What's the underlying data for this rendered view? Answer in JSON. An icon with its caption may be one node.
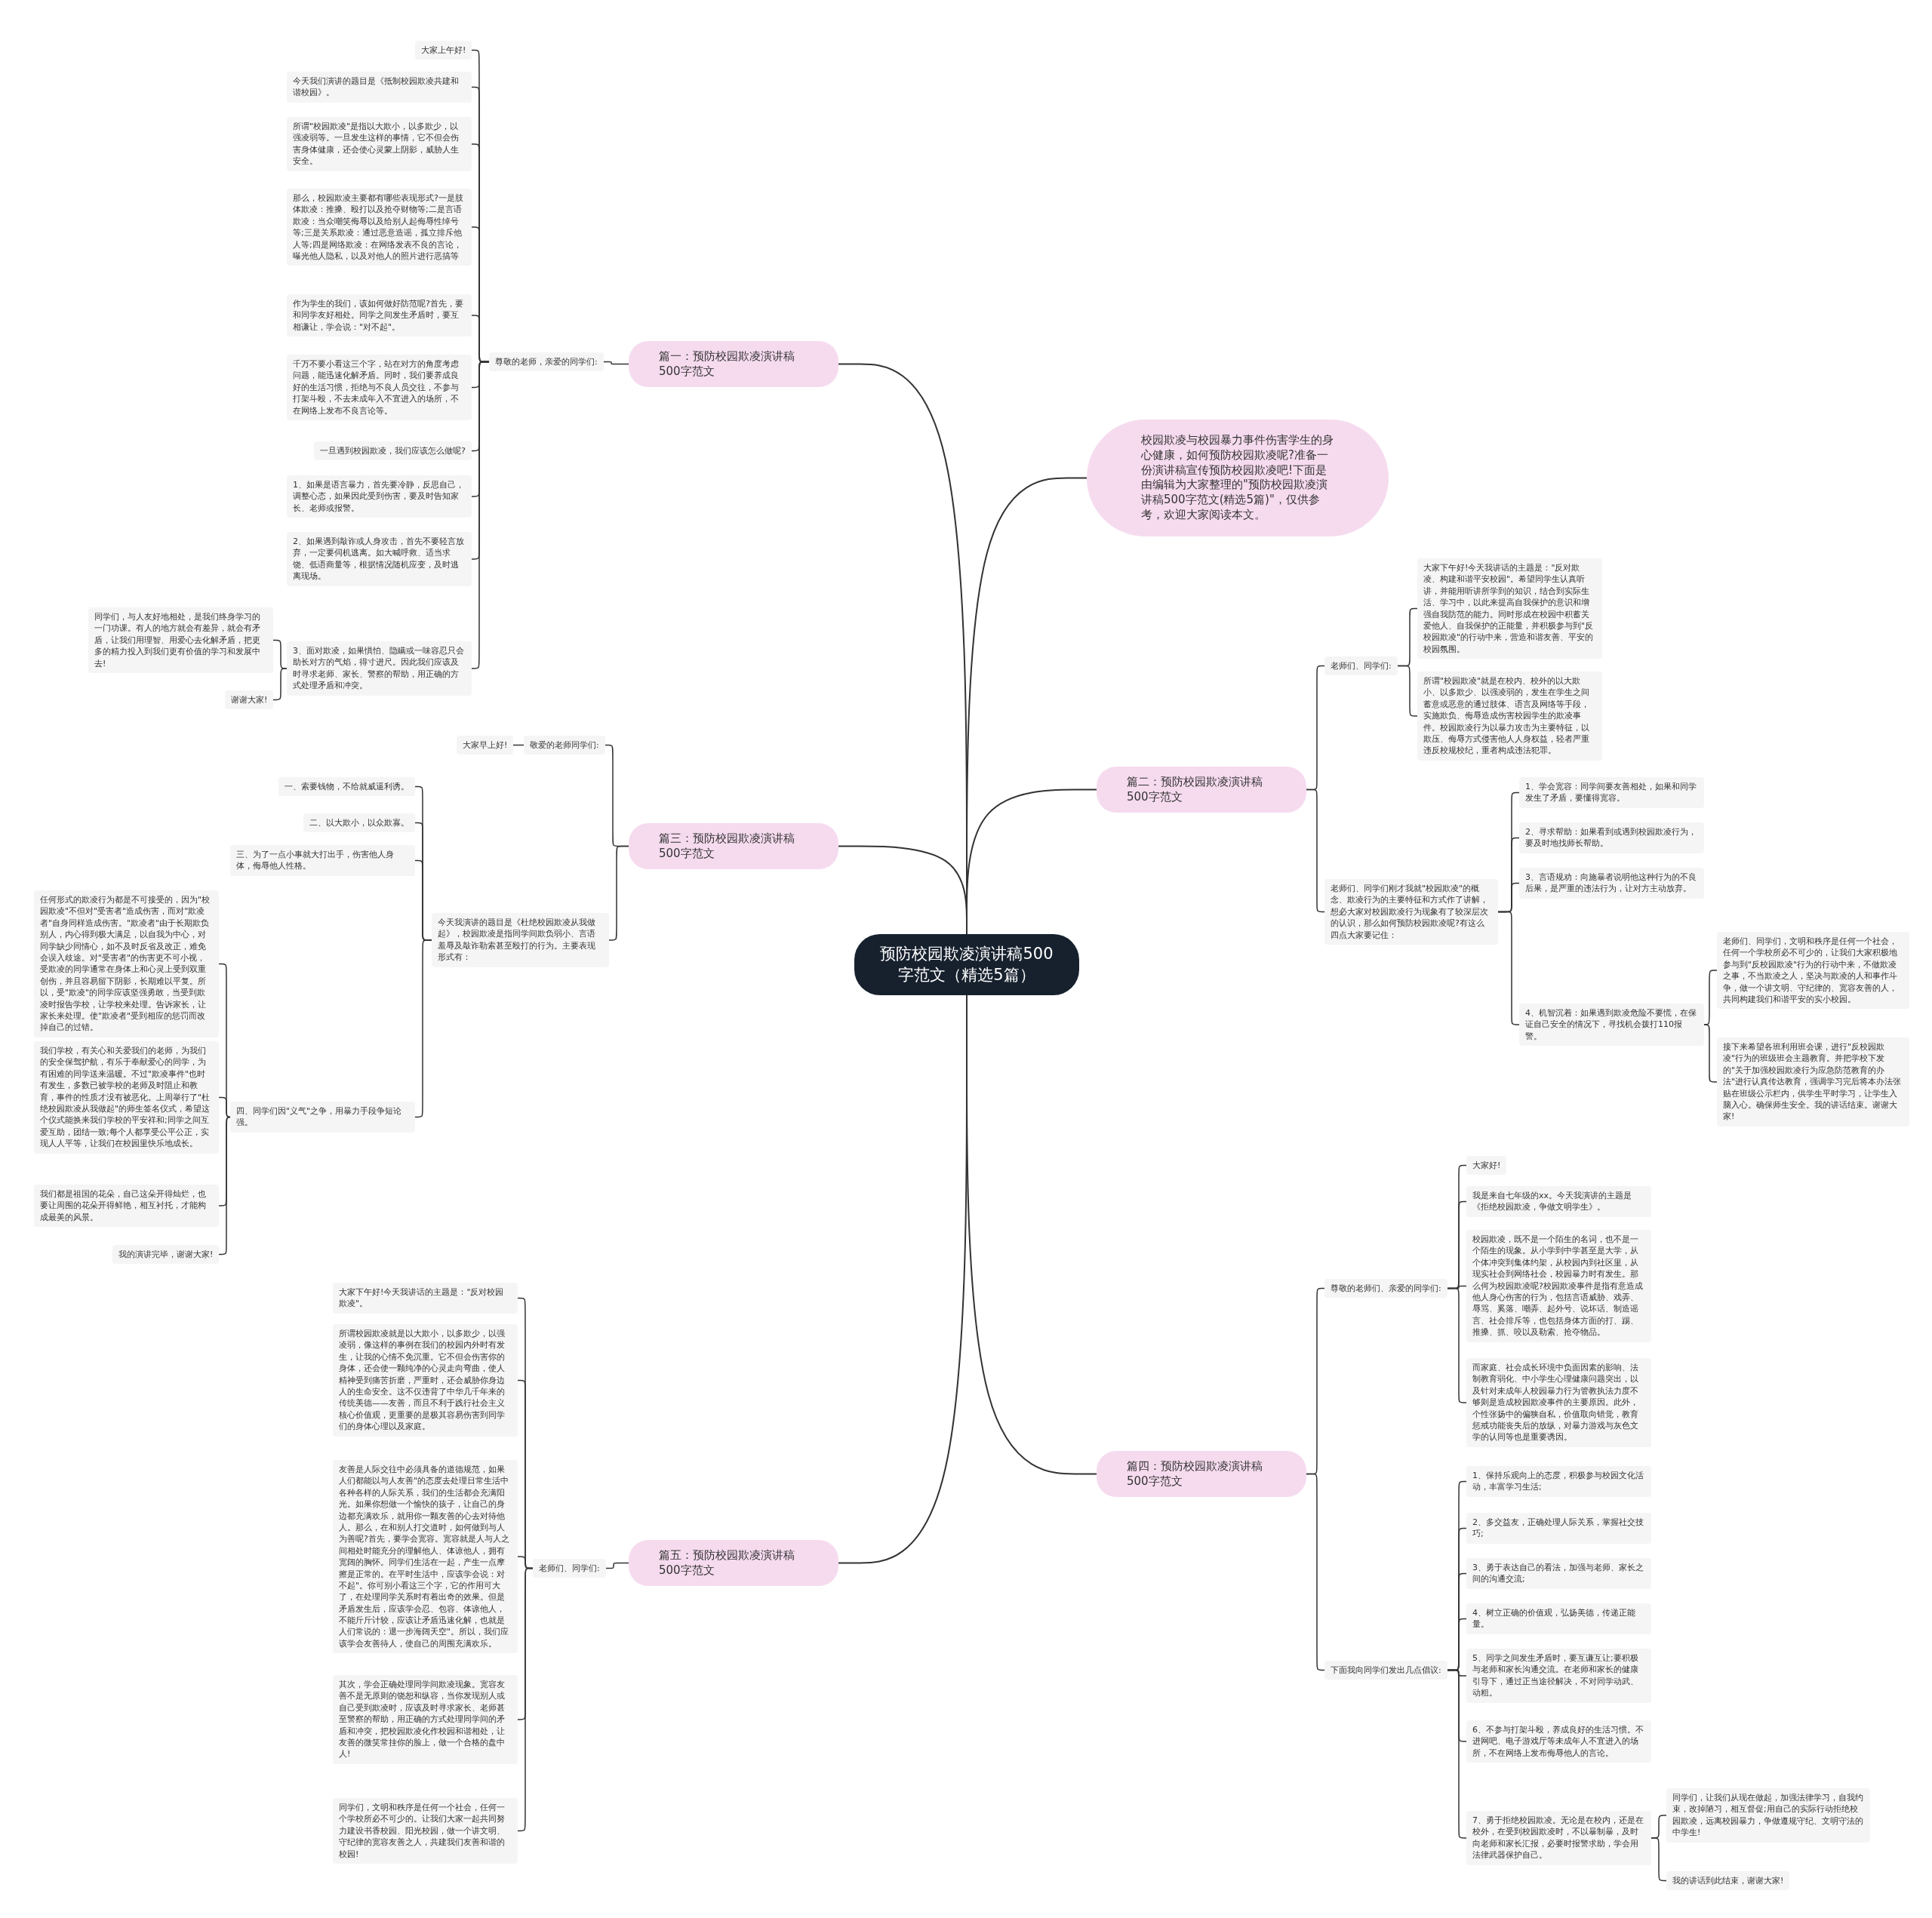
{
  "diagram": {
    "nodes": [
      {
        "text": [
          "预防校园欺凌演讲稿500字范文（精选5篇）"
        ]
      },
      {
        "text": [
          "校园欺凌与校园暴力事件伤害学生的身心健康，如何预防校园欺凌呢?准备一份演讲稿宣传预防校园欺凌吧!下面是由编辑为大家整理的\"预防校园欺凌演讲稿500字范文(精选5篇)\"，仅供参考，欢迎大家阅读本文。"
        ]
      },
      {
        "text": [
          "篇一：预防校园欺凌演讲稿500字范文"
        ]
      },
      {
        "text": [
          "尊敬的老师，亲爱的同学们:"
        ]
      },
      {
        "text": [
          "大家上午好!"
        ]
      },
      {
        "text": [
          "今天我们演讲的题目是《抵制校园欺凌共建和谐校园》。"
        ]
      },
      {
        "text": [
          "所谓\"校园欺凌\"是指以大欺小，以多欺少，以强凌弱等。一旦发生这样的事情，它不但会伤害身体健康，还会使心灵蒙上阴影，威胁人生安全。"
        ]
      },
      {
        "text": [
          "那么，校园欺凌主要都有哪些表现形式?一是肢体欺凌：推搡、殴打以及抢夺财物等;二是言语欺凌：当众嘲笑侮辱以及给别人起侮辱性绰号等;三是关系欺凌：通过恶意造谣，孤立排斥他人等;四是网络欺凌：在网络发表不良的言论，曝光他人隐私，以及对他人的照片进行恶搞等"
        ]
      },
      {
        "text": [
          "作为学生的我们，该如何做好防范呢?首先，要和同学友好相处。同学之间发生矛盾时，要互相谦让，学会说：\"对不起\"。"
        ]
      },
      {
        "text": [
          "千万不要小看这三个字，站在对方的角度考虑问题，能迅速化解矛盾。同时，我们要养成良好的生活习惯，拒绝与不良人员交往，不参与打架斗殴，不去未成年入不宜进入的场所，不在网络上发布不良言论等。"
        ]
      },
      {
        "text": [
          "一旦遇到校园欺凌，我们应该怎么做呢?"
        ]
      },
      {
        "text": [
          "1、如果是语言暴力，首先要冷静，反思自己，调整心态，如果因此受到伤害，要及时告知家长、老师或报警。"
        ]
      },
      {
        "text": [
          "2、如果遇到敲诈或人身攻击，首先不要轻言放弃，一定要伺机逃离。如大喊呼救、适当求饶、低语商量等，根据情况随机应变，及时逃离现场。"
        ]
      },
      {
        "text": [
          "3、面对欺凌，如果惧怕、隐瞒或一味容忍只会助长对方的气焰，得寸进尺。因此我们应该及时寻求老师、家长、警察的帮助，用正确的方式处理矛盾和冲突。"
        ]
      },
      {
        "text": [
          "同学们，与人友好地相处，是我们终身学习的一门功课。有人的地方就会有差异，就会有矛盾，让我们用理智、用爱心去化解矛盾，把更多的精力投入到我们更有价值的学习和发展中去!"
        ]
      },
      {
        "text": [
          "谢谢大家!"
        ]
      },
      {
        "text": [
          "篇二：预防校园欺凌演讲稿500字范文"
        ]
      },
      {
        "text": [
          "老师们、同学们:"
        ]
      },
      {
        "text": [
          "大家下午好!今天我讲话的主题是：\"反对欺凌、构建和谐平安校园\"。希望同学生认真听讲，并能用听讲所学到的知识，结合到实际生活、学习中，以此来提高自我保护的意识和增强自我防范的能力。同时形成在校园中积蓄关爱他人、自我保护的正能量，并积极参与到\"反校园欺凌\"的行动中来，营造和谐友善、平安的校园氛围。"
        ]
      },
      {
        "text": [
          "所谓\"校园欺凌\"就是在校内、校外的以大欺小、以多欺少、以强凌弱的，发生在学生之间蓄意或恶意的通过肢体、语言及网络等手段，实施欺负、侮辱造成伤害校园学生的欺凌事件。校园欺凌行为以暴力攻击为主要特征，以欺压、侮辱方式侵害他人人身权益，轻者严重违反校规校纪，重者构成违法犯罪。"
        ]
      },
      {
        "text": [
          "老师们、同学们刚才我就\"校园欺凌\"的概念、欺凌行为的主要特征和方式作了讲解，想必大家对校园欺凌行为现象有了较深层次的认识，那么如何预防校园欺凌呢?有这么四点大家要记住："
        ]
      },
      {
        "text": [
          "1、学会宽容：同学间要友善相处，如果和同学发生了矛盾，要懂得宽容。"
        ]
      },
      {
        "text": [
          "2、寻求帮助：如果看到或遇到校园欺凌行为，要及时地找师长帮助。"
        ]
      },
      {
        "text": [
          "3、言语规劝：向施暴者说明他这种行为的不良后果，是严重的违法行为，让对方主动放弃。"
        ]
      },
      {
        "text": [
          "4、机智沉着：如果遇到欺凌危险不要慌，在保证自己安全的情况下，寻找机会拨打110报警。"
        ]
      },
      {
        "text": [
          "老师们、同学们，文明和秩序是任何一个社会，任何一个学校所必不可少的，让我们大家积极地参与到\"反校园欺凌\"行为的行动中来，不做欺凌之事，不当欺凌之人，坚决与欺凌的人和事作斗争，做一个讲文明、守纪律的、宽容友善的人，共同构建我们和谐平安的实小校园。"
        ]
      },
      {
        "text": [
          "接下来希望各班利用班会课，进行\"反校园欺凌\"行为的班级班会主题教育。并把学校下发的\"关于加强校园欺凌行为应急防范教育的办法\"进行认真传达教育，强调学习完后将本办法张贴在班级公示栏内，供学生平时学习，让学生入脑入心。确保师生安全。我的讲话结束。谢谢大家!"
        ]
      },
      {
        "text": [
          "篇三：预防校园欺凌演讲稿500字范文"
        ]
      },
      {
        "text": [
          "敬爱的老师同学们:"
        ]
      },
      {
        "text": [
          "大家早上好!"
        ]
      },
      {
        "text": [
          "今天我演讲的题目是《杜绝校园欺凌从我做起》，校园欺凌是指同学间欺负弱小、言语羞辱及敲诈勒索甚至殴打的行为。主要表现形式有："
        ]
      },
      {
        "text": [
          "一、索要钱物，不给就威逼利诱。"
        ]
      },
      {
        "text": [
          "二、以大欺小，以众欺寡。"
        ]
      },
      {
        "text": [
          "三、为了一点小事就大打出手，伤害他人身体，侮辱他人性格。"
        ]
      },
      {
        "text": [
          "四、同学们因\"义气\"之争，用暴力手段争短论强。"
        ]
      },
      {
        "text": [
          "任何形式的欺凌行为都是不可接受的，因为\"校园欺凌\"不但对\"受害者\"造成伤害，而对\"欺凌者\"自身同样造成伤害。\"欺凌者\"由于长期欺负别人，内心得到极大满足，以自我为中心，对同学缺少同情心，如不及时反省及改正，难免会误入歧途。对\"受害者\"的伤害更不可小视，受欺凌的同学通常在身体上和心灵上受到双重创伤，并且容易留下阴影，长期难以平复。所以，受\"欺凌\"的同学应该坚强勇敢，当受到欺凌时报告学校，让学校来处理。告诉家长，让家长来处理。使\"欺凌者\"受到相应的惩罚而改掉自己的过错。"
        ]
      },
      {
        "text": [
          "我们学校，有关心和关爱我们的老师，为我们的安全保驾护航，有乐于奉献爱心的同学，为有困难的同学送来温暖。不过\"欺凌事件\"也时有发生，多数已被学校的老师及时阻止和教育，事件的性质才没有被恶化。上周举行了\"杜绝校园欺凌从我做起\"的师生签名仪式，希望这个仪式能换来我们学校的平安祥和;同学之间互爱互助，团结一致;每个人都享受公平公正，实现人人平等，让我们在校园里快乐地成长。"
        ]
      },
      {
        "text": [
          "我们都是祖国的花朵，自己这朵开得灿烂，也要让周围的花朵开得鲜艳，相互衬托，才能构成最美的风景。"
        ]
      },
      {
        "text": [
          "我的演讲完毕，谢谢大家!"
        ]
      },
      {
        "text": [
          "篇四：预防校园欺凌演讲稿500字范文"
        ]
      },
      {
        "text": [
          "尊敬的老师们、亲爱的同学们:"
        ]
      },
      {
        "text": [
          "大家好!"
        ]
      },
      {
        "text": [
          "我是来自七年级的xx。今天我演讲的主题是《拒绝校园欺凌，争做文明学生》。"
        ]
      },
      {
        "text": [
          "校园欺凌，既不是一个陌生的名词，也不是一个陌生的现象。从小学到中学甚至是大学，从个体冲突到集体约架，从校园内到社区里，从现实社会到网络社会，校园暴力时有发生。那么何为校园欺凌呢?校园欺凌事件是指有意造成他人身心伤害的行为，包括言语威胁、戏弄、辱骂、奚落、嘲弄、起外号、说坏话、制造谣言、社会排斥等，也包括身体方面的打、踢、推搡、抓、咬以及勒索、抢夺物品。"
        ]
      },
      {
        "text": [
          "而家庭、社会成长环境中负面因素的影响、法制教育弱化、中小学生心理健康问题突出，以及针对未成年人校园暴力行为管教执法力度不够则是造成校园欺凌事件的主要原因。此外，个性张扬中的偏狭自私，价值取向错觉，教育惩戒功能丧失后的放纵，对暴力游戏与灰色文学的认同等也是重要诱因。"
        ]
      },
      {
        "text": [
          "下面我向同学们发出几点倡议:"
        ]
      },
      {
        "text": [
          "1、保持乐观向上的态度，积极参与校园文化活动，丰富学习生活;"
        ]
      },
      {
        "text": [
          "2、多交益友，正确处理人际关系，掌握社交技巧;"
        ]
      },
      {
        "text": [
          "3、勇于表达自己的看法，加强与老师、家长之间的沟通交流;"
        ]
      },
      {
        "text": [
          "4、树立正确的价值观，弘扬美德，传递正能量。"
        ]
      },
      {
        "text": [
          "5、同学之间发生矛盾时，要互谦互让;要积极与老师和家长沟通交流。在老师和家长的健康引导下，通过正当途径解决，不对同学动武、动粗。"
        ]
      },
      {
        "text": [
          "6、不参与打架斗殴，养成良好的生活习惯。不进网吧、电子游戏厅等未成年人不宜进入的场所，不在网络上发布侮辱他人的言论。"
        ]
      },
      {
        "text": [
          "7、勇于拒绝校园欺凌。无论是在校内，还是在校外，在受到校园欺凌时，不以暴制暴，及时向老师和家长汇报，必要时报警求助，学会用法律武器保护自己。"
        ]
      },
      {
        "text": [
          "同学们，让我们从现在做起，加强法律学习，自我约束，改掉陋习，相互督促;用自己的实际行动拒绝校园欺凌，远离校园暴力，争做遵规守纪、文明守法的中学生!"
        ]
      },
      {
        "text": [
          "我的讲话到此结束，谢谢大家!"
        ]
      },
      {
        "text": [
          "篇五：预防校园欺凌演讲稿500字范文"
        ]
      },
      {
        "text": [
          "老师们、同学们:"
        ]
      },
      {
        "text": [
          "大家下午好!今天我讲话的主题是：\"反对校园欺凌\"。"
        ]
      },
      {
        "text": [
          "所谓校园欺凌就是以大欺小，以多欺少，以强凌弱，像这样的事例在我们的校园内外时有发生，让我的心情不免沉重。它不但会伤害你的身体，还会使一颗纯净的心灵走向弯曲，使人精神受到痛苦折磨，严重时，还会威胁你身边人的生命安全。这不仅违背了中华几千年来的传统美德——友善，而且不利于践行社会主义核心价值观，更重要的是极其容易伤害到同学们的身体心理以及家庭。"
        ]
      },
      {
        "text": [
          "友善是人际交往中必须具备的道德规范，如果人们都能以与人友善\"的态度去处理日常生活中各种各样的人际关系，我们的生活都会充满阳光。如果你想做一个愉快的孩子，让自己的身边都充满欢乐，就用你一颗友善的心去对待他人。那么，在和别人打交道时，如何做到与人为善呢?首先，要学会宽容。宽容就是人与人之间相处时能充分的理解他人、体谅他人，拥有宽阔的胸怀。同学们生活在一起，产生一点摩擦是正常的。在平时生活中，应该学会说：对不起\"。你可别小看这三个字，它的作用可大了，在处理同学关系时有着出奇的效果。但是矛盾发生后，应该学会忍、包容、体谅他人，不能斤斤计较，应该让矛盾迅速化解，也就是人们常说的：退一步海阔天空\"。所以，我们应该学会友善待人，使自己的周围充满欢乐。"
        ]
      },
      {
        "text": [
          "其次，学会正确处理同学间欺凌现象。宽容友善不是无原则的饶恕和纵容，当你发现别人或自己受到欺凌时，应该及时寻求家长、老师甚至警察的帮助，用正确的方式处理同学间的矛盾和冲突，把校园欺凌化作校园和谐相处，让友善的微笑常挂你的脸上，做一个合格的盘中人!"
        ]
      },
      {
        "text": [
          "同学们，文明和秩序是任何一个社会，任何一个学校所必不可少的。让我们大家一起共同努力建设书香校园、阳光校园，做一个讲文明、守纪律的宽容友善之人，共建我们友善和谐的校园!"
        ]
      }
    ],
    "edges": [
      {
        "from": 0,
        "to": 1,
        "arrow": "none"
      },
      {
        "from": 0,
        "to": 2,
        "arrow": "none"
      },
      {
        "from": 0,
        "to": 16,
        "arrow": "none"
      },
      {
        "from": 0,
        "to": 27,
        "arrow": "none"
      },
      {
        "from": 0,
        "to": 39,
        "arrow": "none"
      },
      {
        "from": 0,
        "to": 55,
        "arrow": "none"
      },
      {
        "from": 2,
        "to": 3,
        "arrow": "none"
      },
      {
        "from": 3,
        "to": 4,
        "arrow": "none"
      },
      {
        "from": 3,
        "to": 5,
        "arrow": "none"
      },
      {
        "from": 3,
        "to": 6,
        "arrow": "none"
      },
      {
        "from": 3,
        "to": 7,
        "arrow": "none"
      },
      {
        "from": 3,
        "to": 8,
        "arrow": "none"
      },
      {
        "from": 3,
        "to": 9,
        "arrow": "none"
      },
      {
        "from": 3,
        "to": 10,
        "arrow": "none"
      },
      {
        "from": 3,
        "to": 11,
        "arrow": "none"
      },
      {
        "from": 3,
        "to": 12,
        "arrow": "none"
      },
      {
        "from": 3,
        "to": 13,
        "arrow": "none"
      },
      {
        "from": 13,
        "to": 14,
        "arrow": "none"
      },
      {
        "from": 13,
        "to": 15,
        "arrow": "none"
      },
      {
        "from": 16,
        "to": 17,
        "arrow": "none"
      },
      {
        "from": 16,
        "to": 20,
        "arrow": "none"
      },
      {
        "from": 17,
        "to": 18,
        "arrow": "none"
      },
      {
        "from": 17,
        "to": 19,
        "arrow": "none"
      },
      {
        "from": 20,
        "to": 21,
        "arrow": "none"
      },
      {
        "from": 20,
        "to": 22,
        "arrow": "none"
      },
      {
        "from": 20,
        "to": 23,
        "arrow": "none"
      },
      {
        "from": 20,
        "to": 24,
        "arrow": "none"
      },
      {
        "from": 24,
        "to": 25,
        "arrow": "none"
      },
      {
        "from": 24,
        "to": 26,
        "arrow": "none"
      },
      {
        "from": 27,
        "to": 28,
        "arrow": "none"
      },
      {
        "from": 27,
        "to": 30,
        "arrow": "none"
      },
      {
        "from": 28,
        "to": 29,
        "arrow": "none"
      },
      {
        "from": 30,
        "to": 31,
        "arrow": "none"
      },
      {
        "from": 30,
        "to": 32,
        "arrow": "none"
      },
      {
        "from": 30,
        "to": 33,
        "arrow": "none"
      },
      {
        "from": 30,
        "to": 34,
        "arrow": "none"
      },
      {
        "from": 34,
        "to": 35,
        "arrow": "none"
      },
      {
        "from": 34,
        "to": 36,
        "arrow": "none"
      },
      {
        "from": 34,
        "to": 37,
        "arrow": "none"
      },
      {
        "from": 34,
        "to": 38,
        "arrow": "none"
      },
      {
        "from": 39,
        "to": 40,
        "arrow": "none"
      },
      {
        "from": 39,
        "to": 45,
        "arrow": "none"
      },
      {
        "from": 40,
        "to": 41,
        "arrow": "none"
      },
      {
        "from": 40,
        "to": 42,
        "arrow": "none"
      },
      {
        "from": 40,
        "to": 43,
        "arrow": "none"
      },
      {
        "from": 40,
        "to": 44,
        "arrow": "none"
      },
      {
        "from": 45,
        "to": 46,
        "arrow": "none"
      },
      {
        "from": 45,
        "to": 47,
        "arrow": "none"
      },
      {
        "from": 45,
        "to": 48,
        "arrow": "none"
      },
      {
        "from": 45,
        "to": 49,
        "arrow": "none"
      },
      {
        "from": 45,
        "to": 50,
        "arrow": "none"
      },
      {
        "from": 45,
        "to": 51,
        "arrow": "none"
      },
      {
        "from": 45,
        "to": 52,
        "arrow": "none"
      },
      {
        "from": 52,
        "to": 53,
        "arrow": "none"
      },
      {
        "from": 52,
        "to": 54,
        "arrow": "none"
      },
      {
        "from": 55,
        "to": 56,
        "arrow": "none"
      },
      {
        "from": 56,
        "to": 57,
        "arrow": "none"
      },
      {
        "from": 56,
        "to": 58,
        "arrow": "none"
      },
      {
        "from": 56,
        "to": 59,
        "arrow": "none"
      },
      {
        "from": 56,
        "to": 60,
        "arrow": "none"
      },
      {
        "from": 56,
        "to": 61,
        "arrow": "none"
      }
    ]
  }
}
